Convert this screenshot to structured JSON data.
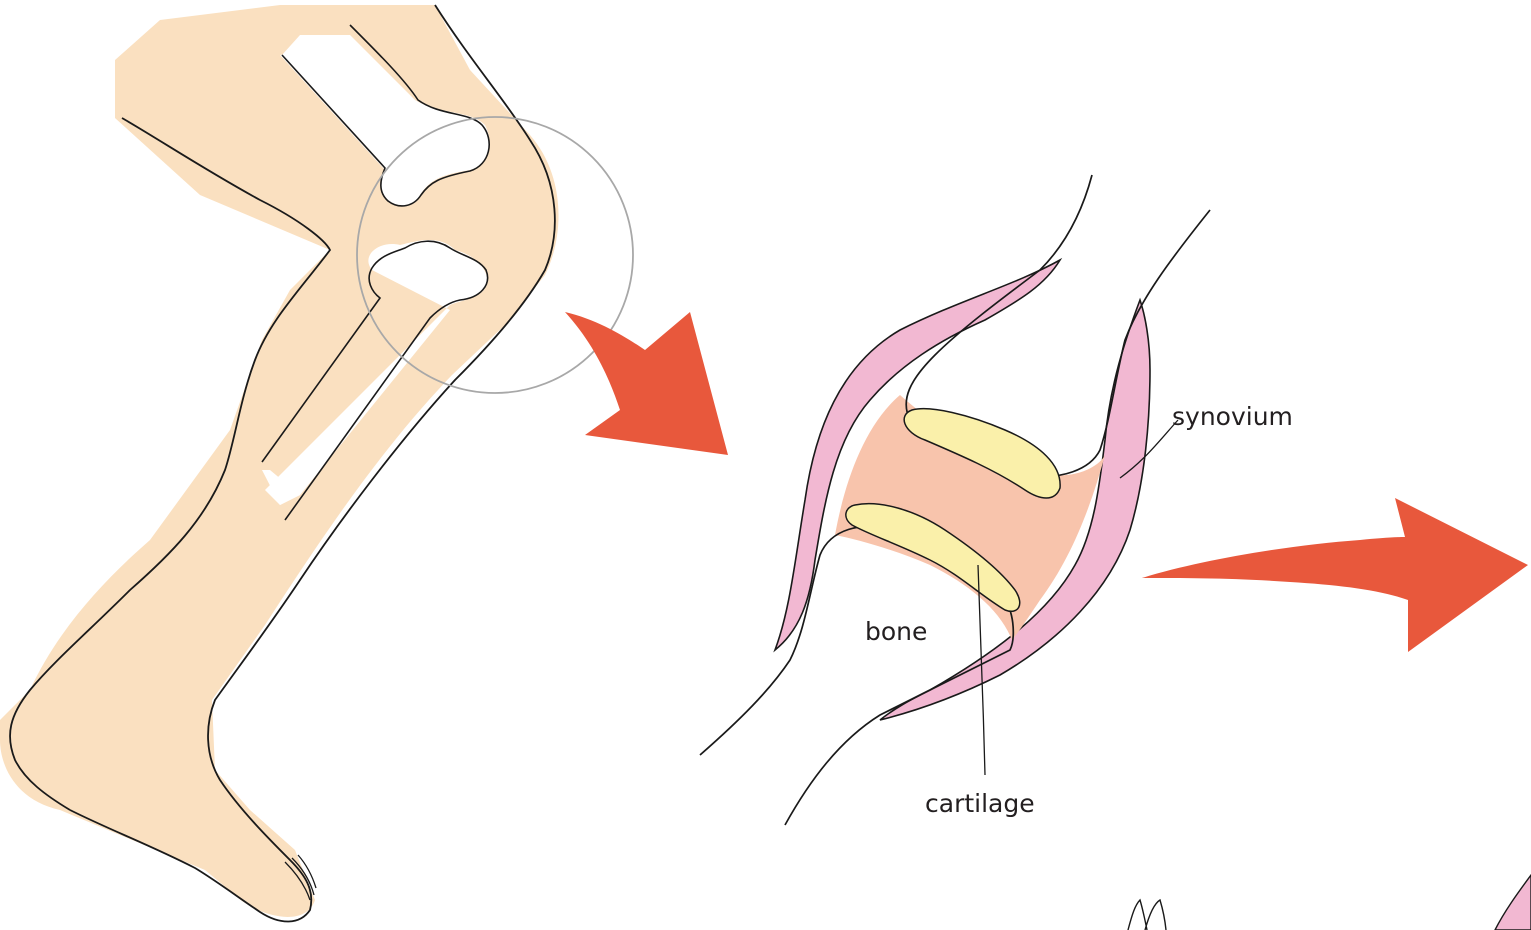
{
  "labels": {
    "synovium": "synovium",
    "bone": "bone",
    "cartilage": "cartilage"
  },
  "colors": {
    "skin": "#fae0c0",
    "synovium": "#f2b8d2",
    "joint_fluid": "#f8c4ac",
    "cartilage": "#faf0aa",
    "arrow": "#e8583c",
    "outline": "#1a1a1a",
    "magnifier_circle": "#a8a8a8",
    "background": "#ffffff"
  }
}
